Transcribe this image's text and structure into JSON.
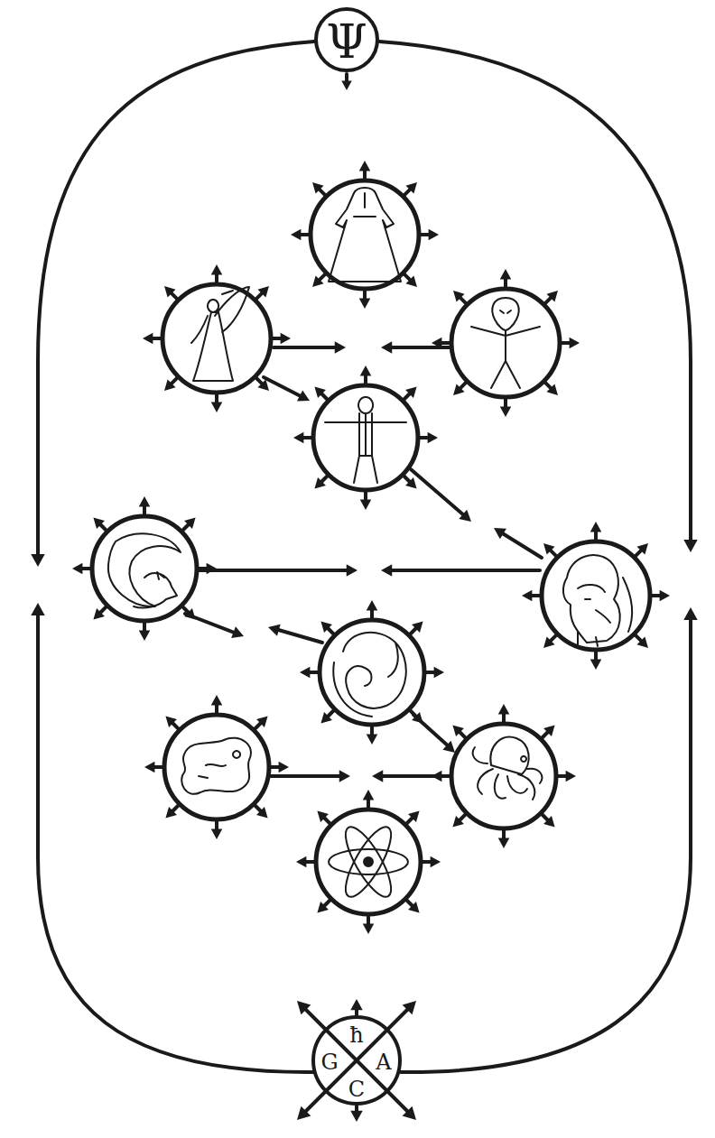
{
  "diagram": {
    "nodes": [
      {
        "text": [
          "Ψ"
        ]
      },
      {
        "text": [
          "ħ",
          "G",
          "A",
          "C"
        ]
      }
    ]
  }
}
